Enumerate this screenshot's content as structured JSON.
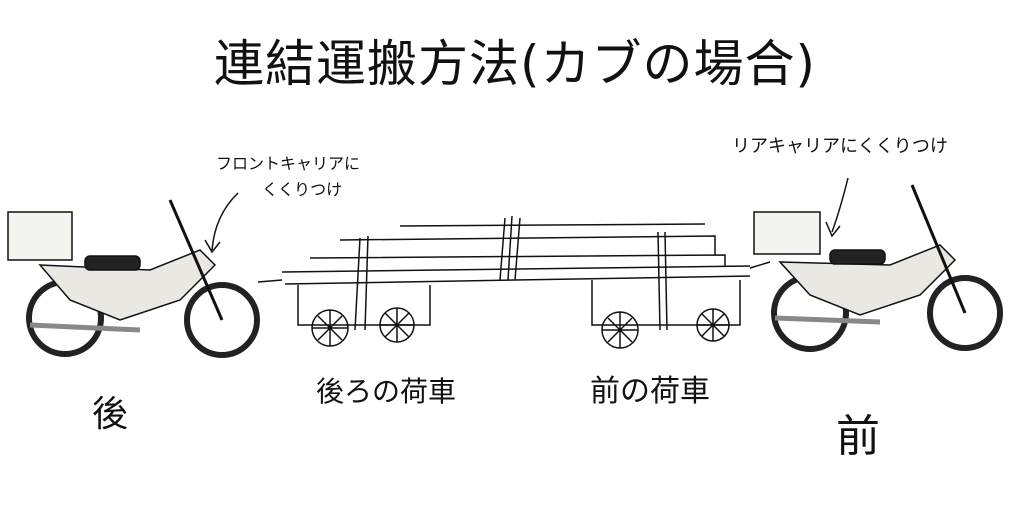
{
  "title": "連結運搬方法(カブの場合)",
  "annotations": {
    "front_carrier_line1": "フロントキャリアに",
    "front_carrier_line2": "くくりつけ",
    "rear_carrier": "リアキャリアにくくりつけ"
  },
  "labels": {
    "rear_cart": "後ろの荷車",
    "front_cart": "前の荷車",
    "rear_bike": "後",
    "front_bike": "前"
  }
}
